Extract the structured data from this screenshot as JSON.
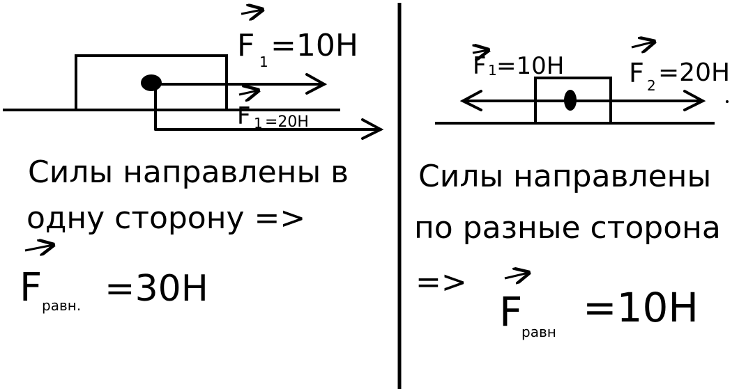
{
  "colors": {
    "ink": "#000000",
    "paper": "#ffffff"
  },
  "left": {
    "force1": {
      "symbol": "F",
      "index": "1",
      "value": "=10H"
    },
    "force2": {
      "symbol": "F",
      "index": "1",
      "value": "=20H"
    },
    "text_line1": "Силы направлены в",
    "text_line2": "одну сторону =>",
    "result": {
      "symbol": "F",
      "index": "равн.",
      "value": "=30H"
    }
  },
  "right": {
    "force1": {
      "symbol": "F",
      "index": "1",
      "value": "=10H"
    },
    "force2": {
      "symbol": "F",
      "index": "2",
      "value": "=20H"
    },
    "text_line1": "Силы направлены",
    "text_line2": "по разные сторона",
    "implies": "=>",
    "result": {
      "symbol": "F",
      "index": "равн",
      "value": "=10H"
    }
  }
}
